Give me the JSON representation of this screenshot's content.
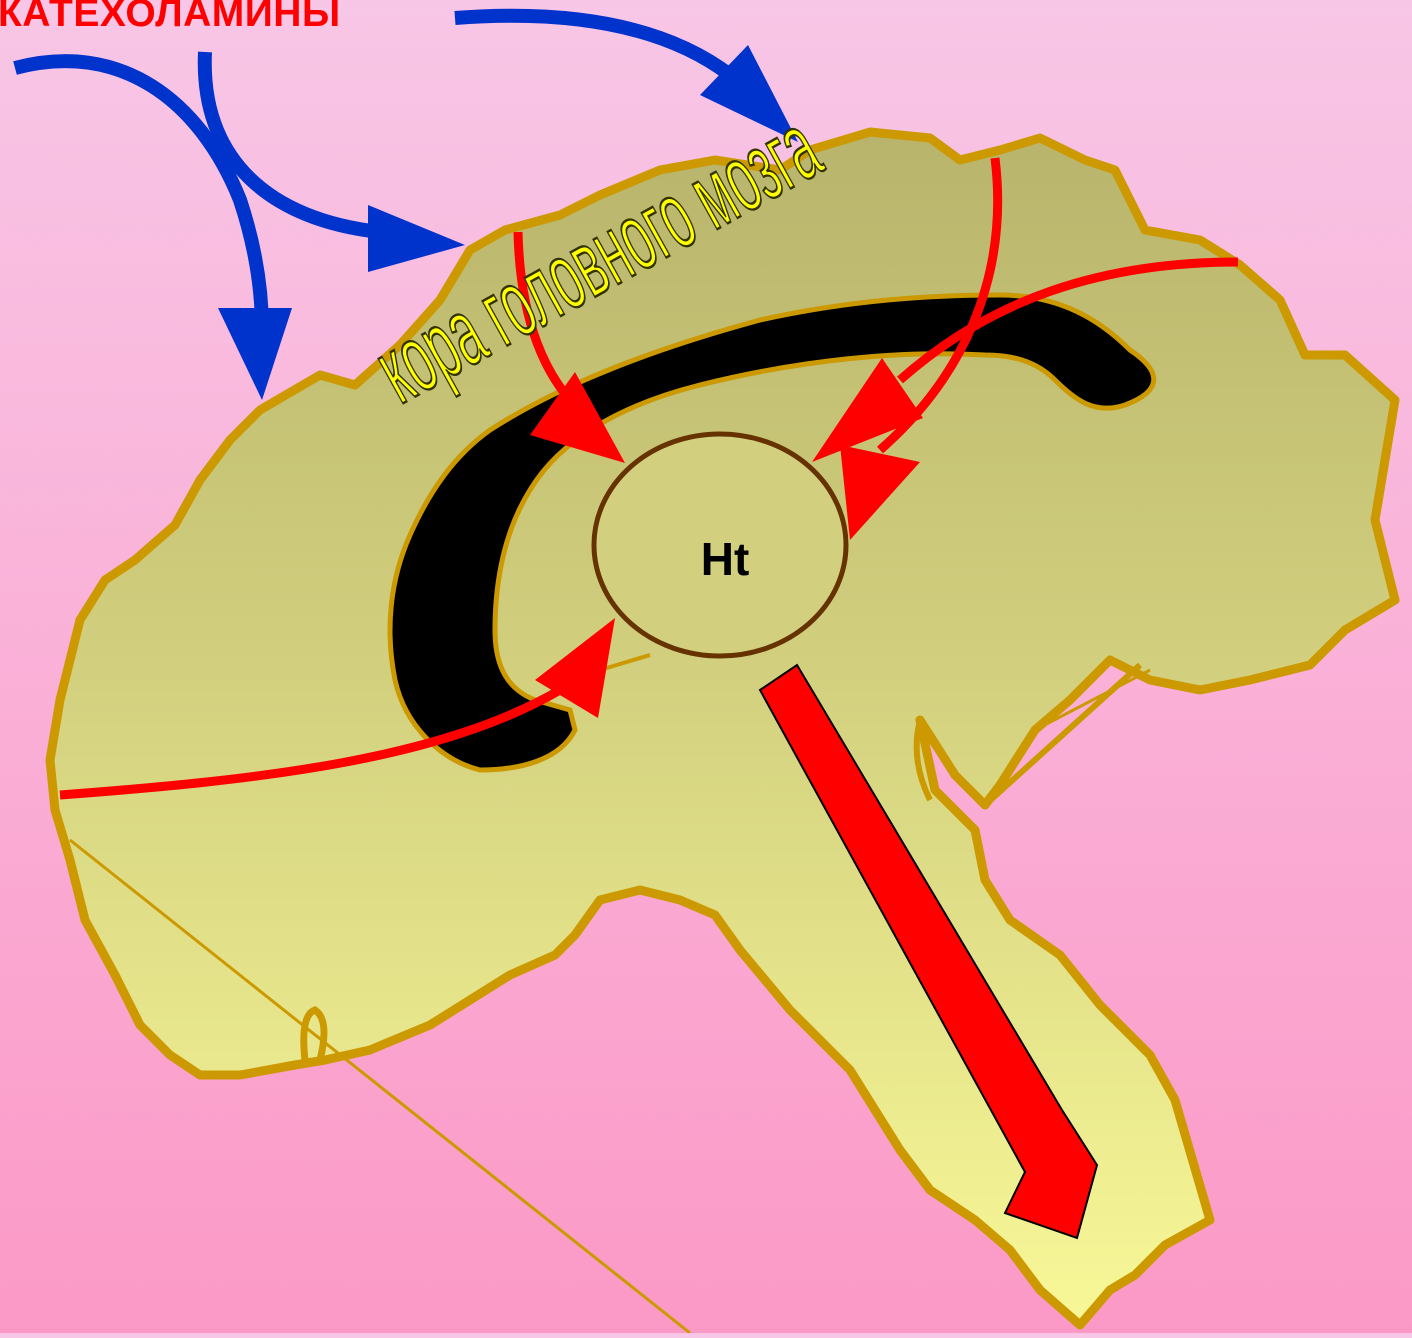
{
  "slide": {
    "title": "КАТЕХОЛАМИНЫ",
    "cortex_label": "кора головного мозга",
    "center_label": "Ht"
  },
  "colors": {
    "background_top": "#f8c6e6",
    "background_bottom": "#fb99c6",
    "brain_fill_top": "#b8b46c",
    "brain_fill_bottom": "#f8f898",
    "brain_outline": "#cc9900",
    "corpus_callosum": "#000000",
    "hypothalamus_outline": "#663300",
    "blue_arrows": "#0033cc",
    "red_arrows": "#ff0000",
    "title_text": "#ff0000",
    "cortex_text_fill": "#ffff00"
  }
}
